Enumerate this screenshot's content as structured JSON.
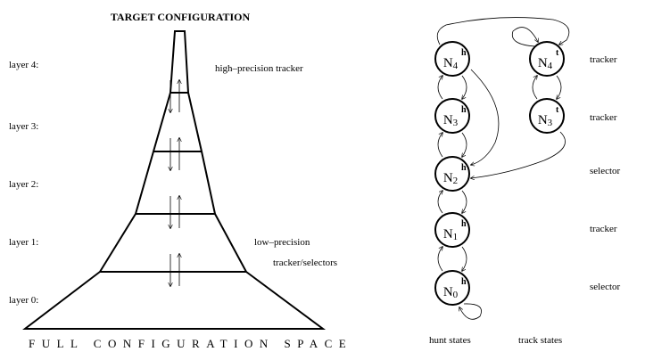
{
  "pyramid": {
    "title": "TARGET CONFIGURATION",
    "base_label": "FULL CONFIGURATION SPACE",
    "layers": [
      "layer 4:",
      "layer 3:",
      "layer 2:",
      "layer 1:",
      "layer 0:"
    ],
    "annotations": {
      "high": "high–precision tracker",
      "low_1": "low–precision",
      "low_2": "tracker/selectors"
    }
  },
  "state_graph": {
    "hunt_states": [
      {
        "base": "N",
        "sup": "h",
        "sub": "4"
      },
      {
        "base": "N",
        "sup": "h",
        "sub": "3"
      },
      {
        "base": "N",
        "sup": "h",
        "sub": "2"
      },
      {
        "base": "N",
        "sup": "h",
        "sub": "1"
      },
      {
        "base": "N",
        "sup": "h",
        "sub": "0"
      }
    ],
    "track_states": [
      {
        "base": "N",
        "sup": "t",
        "sub": "4"
      },
      {
        "base": "N",
        "sup": "t",
        "sub": "3"
      }
    ],
    "roles": [
      "tracker",
      "tracker",
      "selector",
      "tracker",
      "selector"
    ],
    "hunt_label": "hunt states",
    "track_label": "track states"
  }
}
